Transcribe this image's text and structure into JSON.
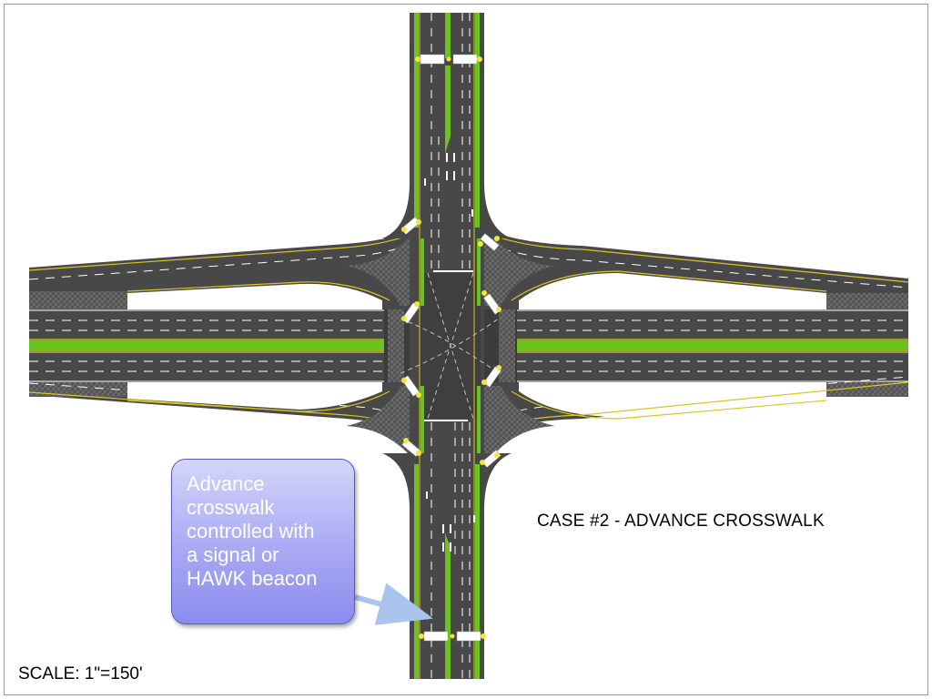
{
  "labels": {
    "case_title": "CASE #2 - ADVANCE CROSSWALK",
    "scale": "SCALE: 1\"=150'"
  },
  "callout": {
    "lines": [
      "Advance",
      "crosswalk",
      "controlled with",
      "a signal or",
      "HAWK beacon"
    ]
  },
  "colors": {
    "road": "#484848",
    "median": "#6cc21e",
    "edge_line": "#d9c520",
    "lane_line": "#ffffff",
    "hatch": "#5e5e5e",
    "callout_fill": "#a9a9f4",
    "callout_text": "#ffffff"
  }
}
